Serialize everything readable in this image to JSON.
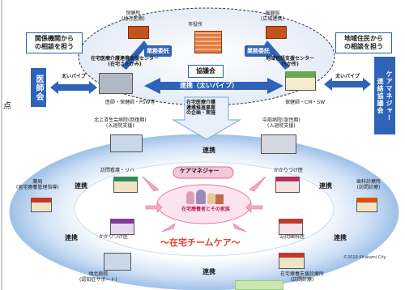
{
  "top": {
    "hokenjo": "保健所\n(地方医療)",
    "shiyakusho": "市役所",
    "shinkokyoku": "振興局\n(広域連携)",
    "support_left": "業務委託",
    "support_right": "業務委託",
    "kyougikai": "協議会",
    "from_kankeikikan": "関係機関から\nの相談を担う",
    "from_chiiki": "地域住民から\nの相談を担う",
    "center_left_title": "在宅医療介護連携支援センター\n(在宅さたかみ)",
    "center_right_title": "地域包括支援センター\n(5か所)",
    "renkei_big": "連携（太いパイプ）",
    "staff_left": "医師・保健師・PSW等",
    "staff_right": "保健師・CM・SW",
    "futoi_left": "太いパイプ",
    "futoi_right": "太いパイプ",
    "ishikai": "医師会",
    "caremanager": "ケアマネジャー\n連絡協議会"
  },
  "middle": {
    "plan": "在宅医療介護\n連携推進事業\nの企画・実施",
    "south_hospital": "北上済生会病院(回復期)\n(入退院支援)",
    "central_hospital": "中部病院(急性期)\n(入退院支援)"
  },
  "ring": {
    "renkei_labels": [
      "連携",
      "連携",
      "連携",
      "連携",
      "連携",
      "連携"
    ],
    "caremanager": "ケアマネジャー",
    "home_team": "在宅療養者とその家族",
    "team_care": "〜在宅チームケア〜"
  },
  "nodes": {
    "pharmacy": "薬局\n(居宅療養管理指導)",
    "visit_nursing": "訪問看護・リハ",
    "kakaritsuke": "かかりつけ医",
    "dental": "歯科診療所\n(訪問診療)",
    "kakaritsuke2": "かかりつけ医",
    "visit_dental": "訪問歯科医",
    "hospital_bottom": "地北病院\n(認知症サポート)",
    "home_support": "在宅療養支援診療所\n(訪問診療)"
  },
  "left_edge_char": "点",
  "copyright": "©2019 Kitakami City",
  "colors": {
    "blue": "#2e63b8",
    "ring": "#b9d3ef",
    "red": "#e8402a",
    "pink": "#e07aa0"
  }
}
